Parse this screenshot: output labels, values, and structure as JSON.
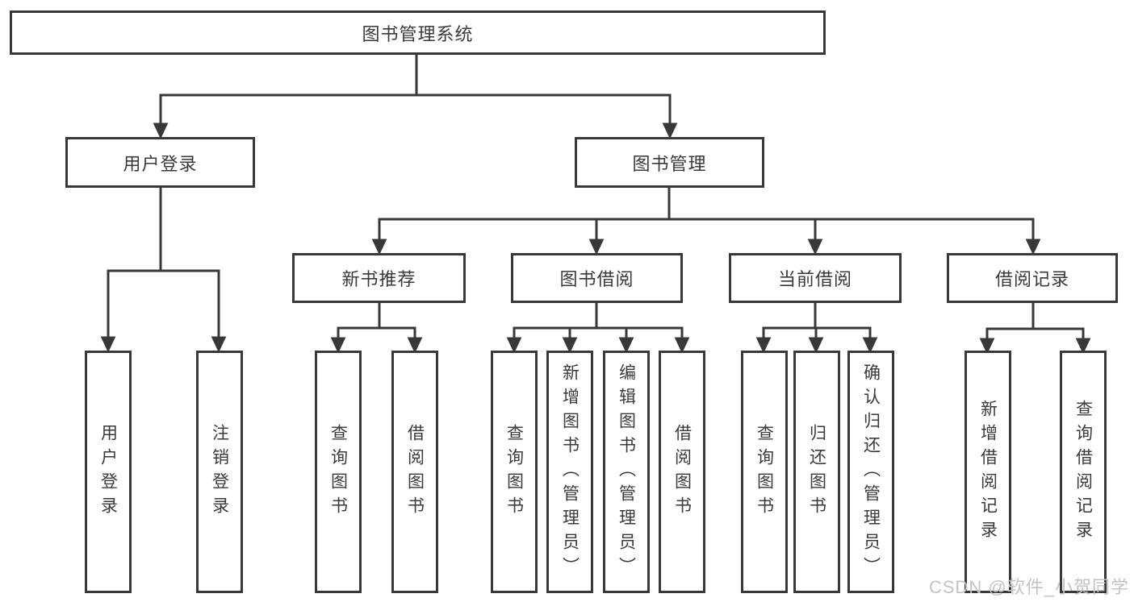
{
  "diagram": {
    "watermark": "CSDN @软件_小贺同学",
    "colors": {
      "line": "#383838",
      "box_border": "#383838",
      "text": "#3a3a3a",
      "watermark_text": "#c3c3c3",
      "background": "#ffffff"
    },
    "nodes": {
      "root": {
        "label": "图书管理系统"
      },
      "level2": [
        {
          "label": "用户登录"
        },
        {
          "label": "图书管理"
        }
      ],
      "level3": [
        {
          "label": "新书推荐",
          "parent": "图书管理"
        },
        {
          "label": "图书借阅",
          "parent": "图书管理"
        },
        {
          "label": "当前借阅",
          "parent": "图书管理"
        },
        {
          "label": "借阅记录",
          "parent": "图书管理"
        }
      ],
      "leaves": [
        {
          "label": "用户登录",
          "parent": "用户登录"
        },
        {
          "label": "注销登录",
          "parent": "用户登录"
        },
        {
          "label": "查询图书",
          "parent": "新书推荐"
        },
        {
          "label": "借阅图书",
          "parent": "新书推荐"
        },
        {
          "label": "查询图书",
          "parent": "图书借阅"
        },
        {
          "label": "新增图书（管理员）",
          "parent": "图书借阅"
        },
        {
          "label": "编辑图书（管理员）",
          "parent": "图书借阅"
        },
        {
          "label": "借阅图书",
          "parent": "图书借阅"
        },
        {
          "label": "查询图书",
          "parent": "当前借阅"
        },
        {
          "label": "归还图书",
          "parent": "当前借阅"
        },
        {
          "label": "确认归还（管理员）",
          "parent": "当前借阅"
        },
        {
          "label": "新增借阅记录",
          "parent": "借阅记录"
        },
        {
          "label": "查询借阅记录",
          "parent": "借阅记录"
        }
      ]
    }
  }
}
